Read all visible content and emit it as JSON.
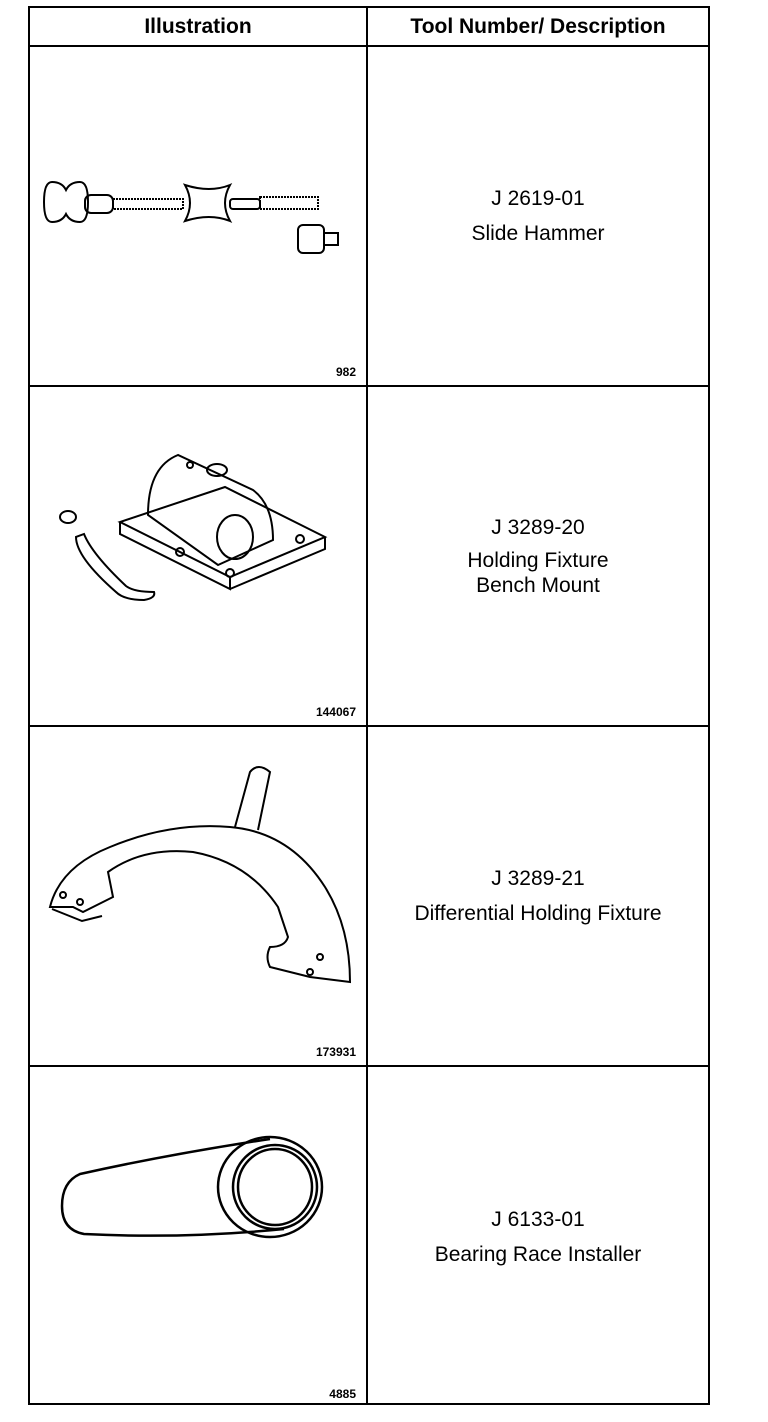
{
  "table": {
    "headers": {
      "illustration": "Illustration",
      "description": "Tool Number/ Description"
    },
    "rows": [
      {
        "figure": "982",
        "tool_number": "J 2619-01",
        "description": [
          "Slide Hammer"
        ]
      },
      {
        "figure": "144067",
        "tool_number": "J 3289-20",
        "description": [
          "Holding Fixture",
          "Bench Mount"
        ]
      },
      {
        "figure": "173931",
        "tool_number": "J 3289-21",
        "description": [
          "Differential Holding Fixture"
        ]
      },
      {
        "figure": "4885",
        "tool_number": "J 6133-01",
        "description": [
          "Bearing Race Installer"
        ]
      }
    ]
  }
}
